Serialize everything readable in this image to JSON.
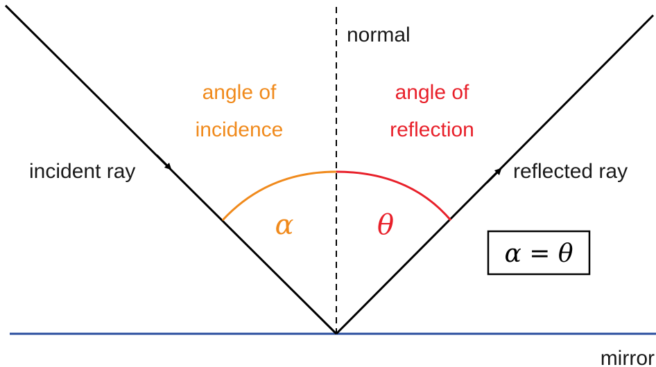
{
  "labels": {
    "normal": "normal",
    "incidence_line1": "angle of",
    "incidence_line2": "incidence",
    "reflection_line1": "angle of",
    "reflection_line2": "reflection",
    "incident_ray": "incident ray",
    "reflected_ray": "reflected ray",
    "mirror": "mirror"
  },
  "symbols": {
    "alpha": "α",
    "theta": "θ",
    "equation": "α = θ"
  },
  "colors": {
    "ray": "#000000",
    "normal": "#000000",
    "mirror": "#2a4d9e",
    "incidence": "#f08a1c",
    "reflection": "#e8202a",
    "text": "#1a1a1a"
  }
}
